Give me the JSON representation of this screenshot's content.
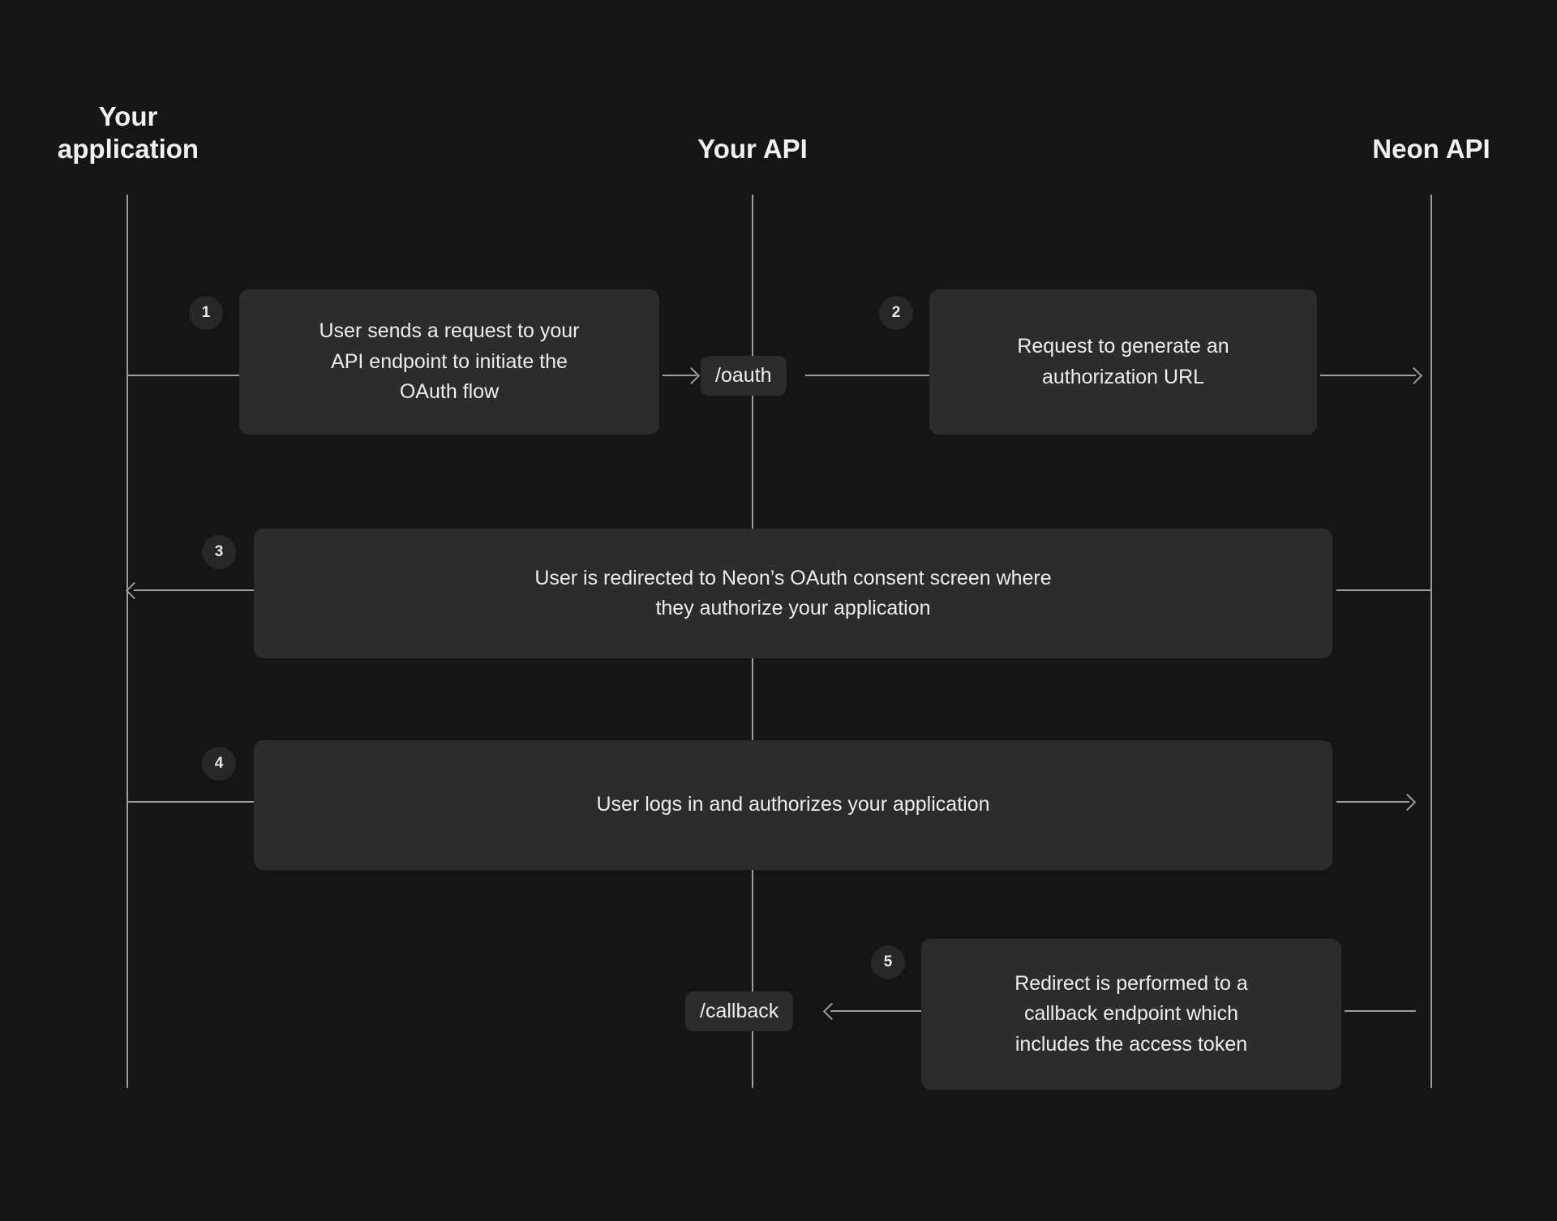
{
  "diagram": {
    "title": "Neon OAuth flow sequence diagram",
    "background_color": "#151515",
    "box_color": "#2c2c2c",
    "badge_color": "#272727",
    "line_color": "#9c9c9c",
    "text_color": "#ededed"
  },
  "actors": [
    {
      "id": "application",
      "label": "Your\napplication"
    },
    {
      "id": "your-api",
      "label": "Your API"
    },
    {
      "id": "neon-api",
      "label": "Neon API"
    }
  ],
  "endpoints": [
    {
      "id": "oauth",
      "label": "/oauth"
    },
    {
      "id": "callback",
      "label": "/callback"
    }
  ],
  "steps": [
    {
      "number": "1",
      "text": "User sends a request to your\nAPI endpoint to initiate the\nOAuth flow",
      "from": "application",
      "to": "your-api",
      "arrow": "right"
    },
    {
      "number": "2",
      "text": "Request to generate an\nauthorization URL",
      "from": "your-api",
      "to": "neon-api",
      "arrow": "right"
    },
    {
      "number": "3",
      "text": "User is redirected to Neon’s OAuth consent screen where\nthey authorize your application",
      "from": "neon-api",
      "to": "application",
      "arrow": "left"
    },
    {
      "number": "4",
      "text": "User logs in and authorizes your application",
      "from": "application",
      "to": "neon-api",
      "arrow": "right"
    },
    {
      "number": "5",
      "text": "Redirect is performed to a\ncallback endpoint which\nincludes the access token",
      "from": "neon-api",
      "to": "your-api",
      "arrow": "left"
    }
  ]
}
